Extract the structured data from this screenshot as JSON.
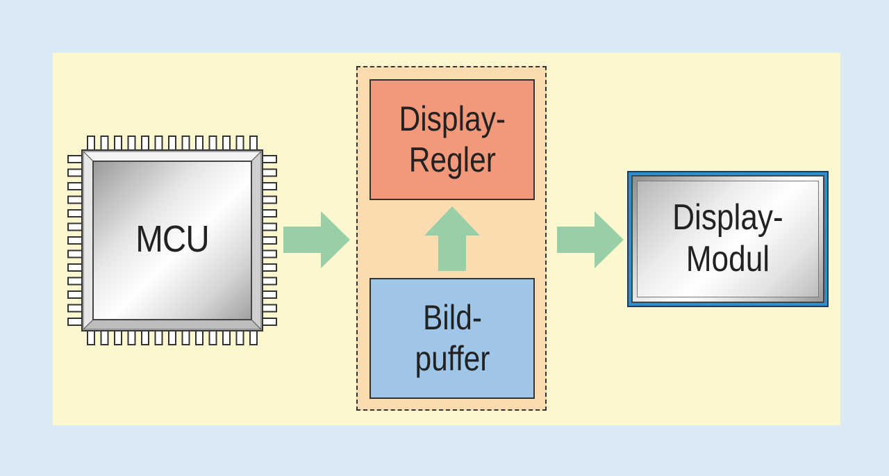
{
  "diagram": {
    "mcu": {
      "label": "MCU"
    },
    "display_controller": {
      "label": "Display-\nRegler",
      "color": "#f2987b"
    },
    "frame_buffer": {
      "label": "Bild-\npuffer",
      "color": "#9fc6e8"
    },
    "display_module": {
      "label": "Display-\nModul",
      "frame_color": "#2e8fcf"
    },
    "colors": {
      "background": "#d9eaf4",
      "panel": "#fdf7cf",
      "group": "#fbdcb0",
      "arrow": "#98cfa8"
    },
    "edges": [
      {
        "from": "mcu",
        "to": "display-group"
      },
      {
        "from": "frame_buffer",
        "to": "display_controller"
      },
      {
        "from": "display-group",
        "to": "display_module"
      }
    ]
  }
}
